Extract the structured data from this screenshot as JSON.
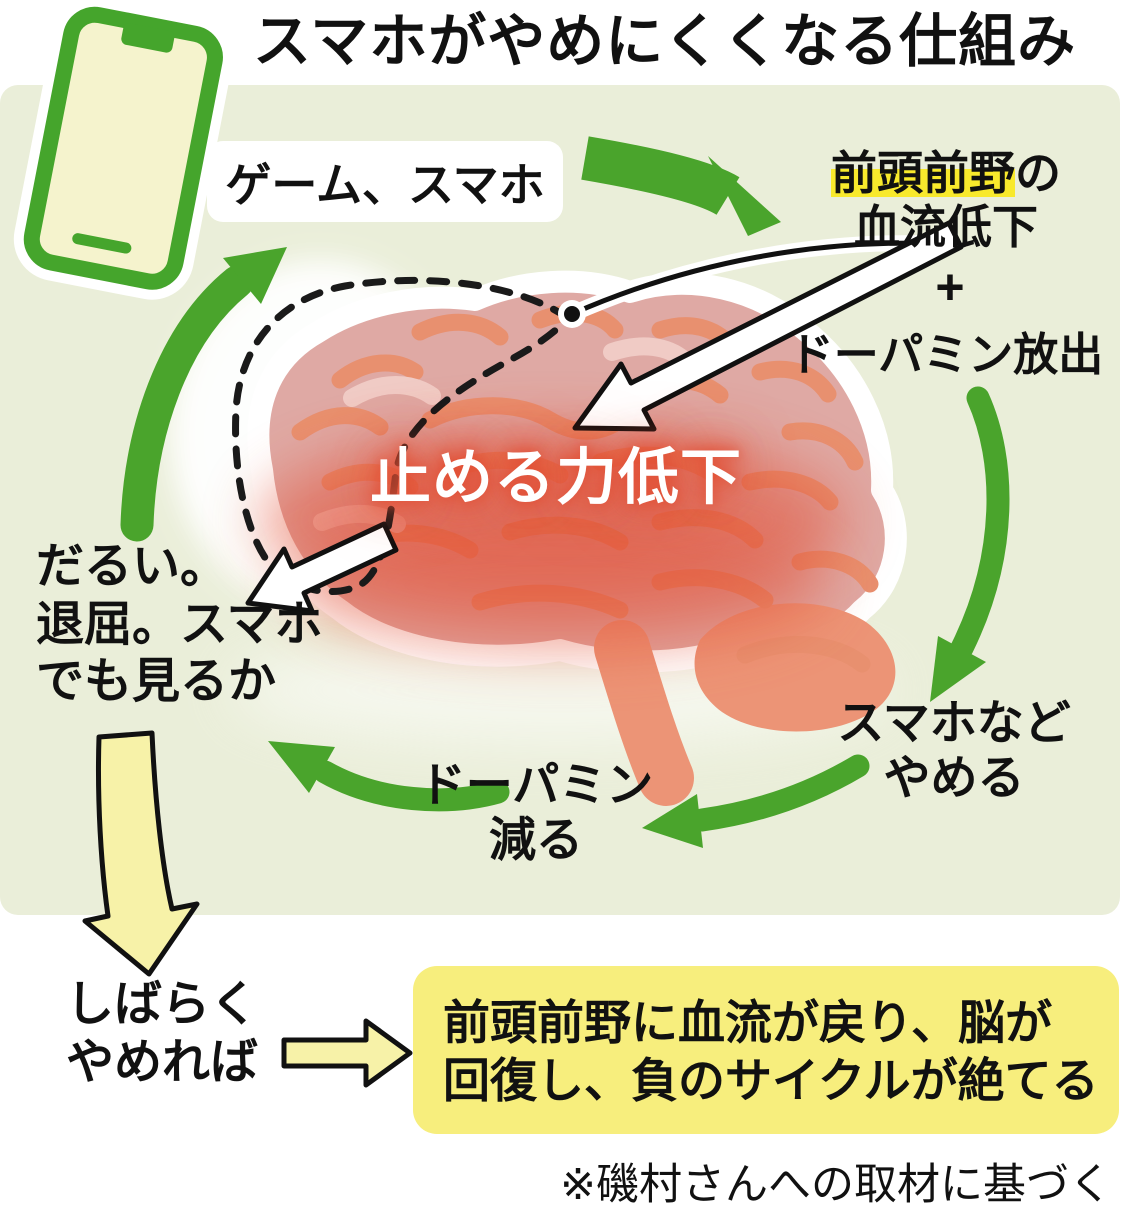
{
  "title": "スマホがやめにくくなる仕組み",
  "colors": {
    "panel_bg": "#eaeed9",
    "arrow_green": "#4aa42c",
    "highlight_yellow": "#f8e92c",
    "result_box_yellow": "#f7ee7d",
    "pale_yellow_arrow": "#f7f2a8",
    "brain_pink": "#dfa9a4",
    "brain_squiggle": "#e8906f",
    "brain_stem": "#ec9476",
    "glow_red": "#e25036"
  },
  "cycle": {
    "trigger": "ゲーム、スマホ",
    "prefrontal": {
      "highlight": "前頭前野",
      "tail": "の",
      "line2": "血流低下"
    },
    "plus": "+",
    "dopamine_release": "ドーパミン放出",
    "brain_caption": "止める力低下",
    "quit": {
      "line1": "スマホなど",
      "line2": "やめる"
    },
    "dopamine_decrease": {
      "line1": "ドーパミン",
      "line2": "減る"
    },
    "bored": {
      "line1": "だるい。",
      "line2": "退屈。スマホ",
      "line3": "でも見るか"
    }
  },
  "recovery": {
    "condition": {
      "line1": "しばらく",
      "line2": "やめれば"
    },
    "result": {
      "line1": "前頭前野に血流が戻り、脳が",
      "line2": "回復し、負のサイクルが絶てる"
    }
  },
  "footnote": "※磯村さんへの取材に基づく"
}
